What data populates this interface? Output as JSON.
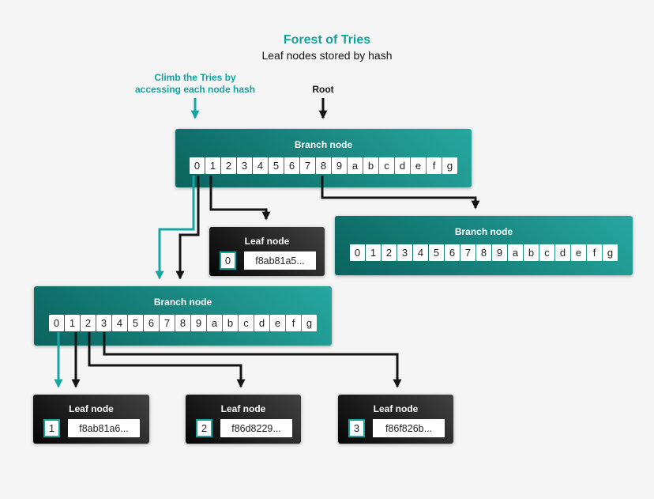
{
  "header": {
    "title": "Forest of Tries",
    "subtitle": "Leaf nodes stored by hash"
  },
  "annotations": {
    "climb_line1": "Climb the Tries by",
    "climb_line2": "accessing each node hash",
    "root_label": "Root"
  },
  "colors": {
    "background": "#f5f5f6",
    "accent_teal": "#12a3a1",
    "arrow_teal": "#16a5a2",
    "arrow_black": "#141414",
    "branch_gradient_dark": "#0b635f",
    "branch_gradient_light": "#26a79f",
    "leaf_gradient_dark": "#060606",
    "leaf_gradient_light": "#414141",
    "cell_background": "#ffffff",
    "leaf_index_border": "#14a3a0"
  },
  "branch_cells": [
    "0",
    "1",
    "2",
    "3",
    "4",
    "5",
    "6",
    "7",
    "8",
    "9",
    "a",
    "b",
    "c",
    "d",
    "e",
    "f",
    "g"
  ],
  "nodes": {
    "branch_top": {
      "title": "Branch node"
    },
    "branch_right": {
      "title": "Branch node"
    },
    "branch_lower": {
      "title": "Branch node"
    },
    "leaf_root": {
      "title": "Leaf node",
      "index": "0",
      "hash": "f8ab81a5..."
    },
    "leaf_1": {
      "title": "Leaf node",
      "index": "1",
      "hash": "f8ab81a6..."
    },
    "leaf_2": {
      "title": "Leaf node",
      "index": "2",
      "hash": "f86d8229..."
    },
    "leaf_3": {
      "title": "Leaf node",
      "index": "3",
      "hash": "f86f826b..."
    }
  }
}
